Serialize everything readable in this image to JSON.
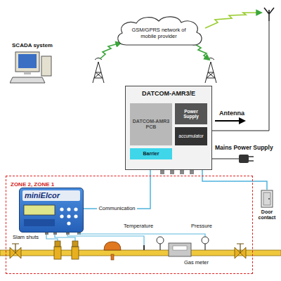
{
  "diagram": {
    "nodes": [
      {
        "text": [
          "GSM/GPRS network of mobile provider"
        ]
      },
      {
        "text": [
          "SCADA system"
        ]
      },
      {
        "text": [
          "DATCOM-AMR3/E"
        ]
      },
      {
        "text": [
          "DATCOM-AMR3 PCB"
        ],
        "in": 2
      },
      {
        "text": [
          "Power Supply"
        ],
        "in": 2
      },
      {
        "text": [
          "accumulator"
        ],
        "in": 2
      },
      {
        "text": [
          "Barrier"
        ],
        "in": 2
      },
      {
        "text": [
          "ZONE 2, ZONE 1"
        ]
      },
      {
        "text": [
          "miniElcor"
        ],
        "in": 7
      },
      {
        "text": [
          "Door contact"
        ]
      }
    ],
    "edges": [
      {
        "from": 8,
        "to": 2,
        "arrow": "none",
        "label": "Communication"
      },
      {
        "from": 2,
        "to": 9,
        "arrow": "none"
      }
    ],
    "labels": [
      "Antenna",
      "Mains Power Supply",
      "Slam shuts",
      "Temperature",
      "Pressure",
      "Gas meter"
    ]
  }
}
